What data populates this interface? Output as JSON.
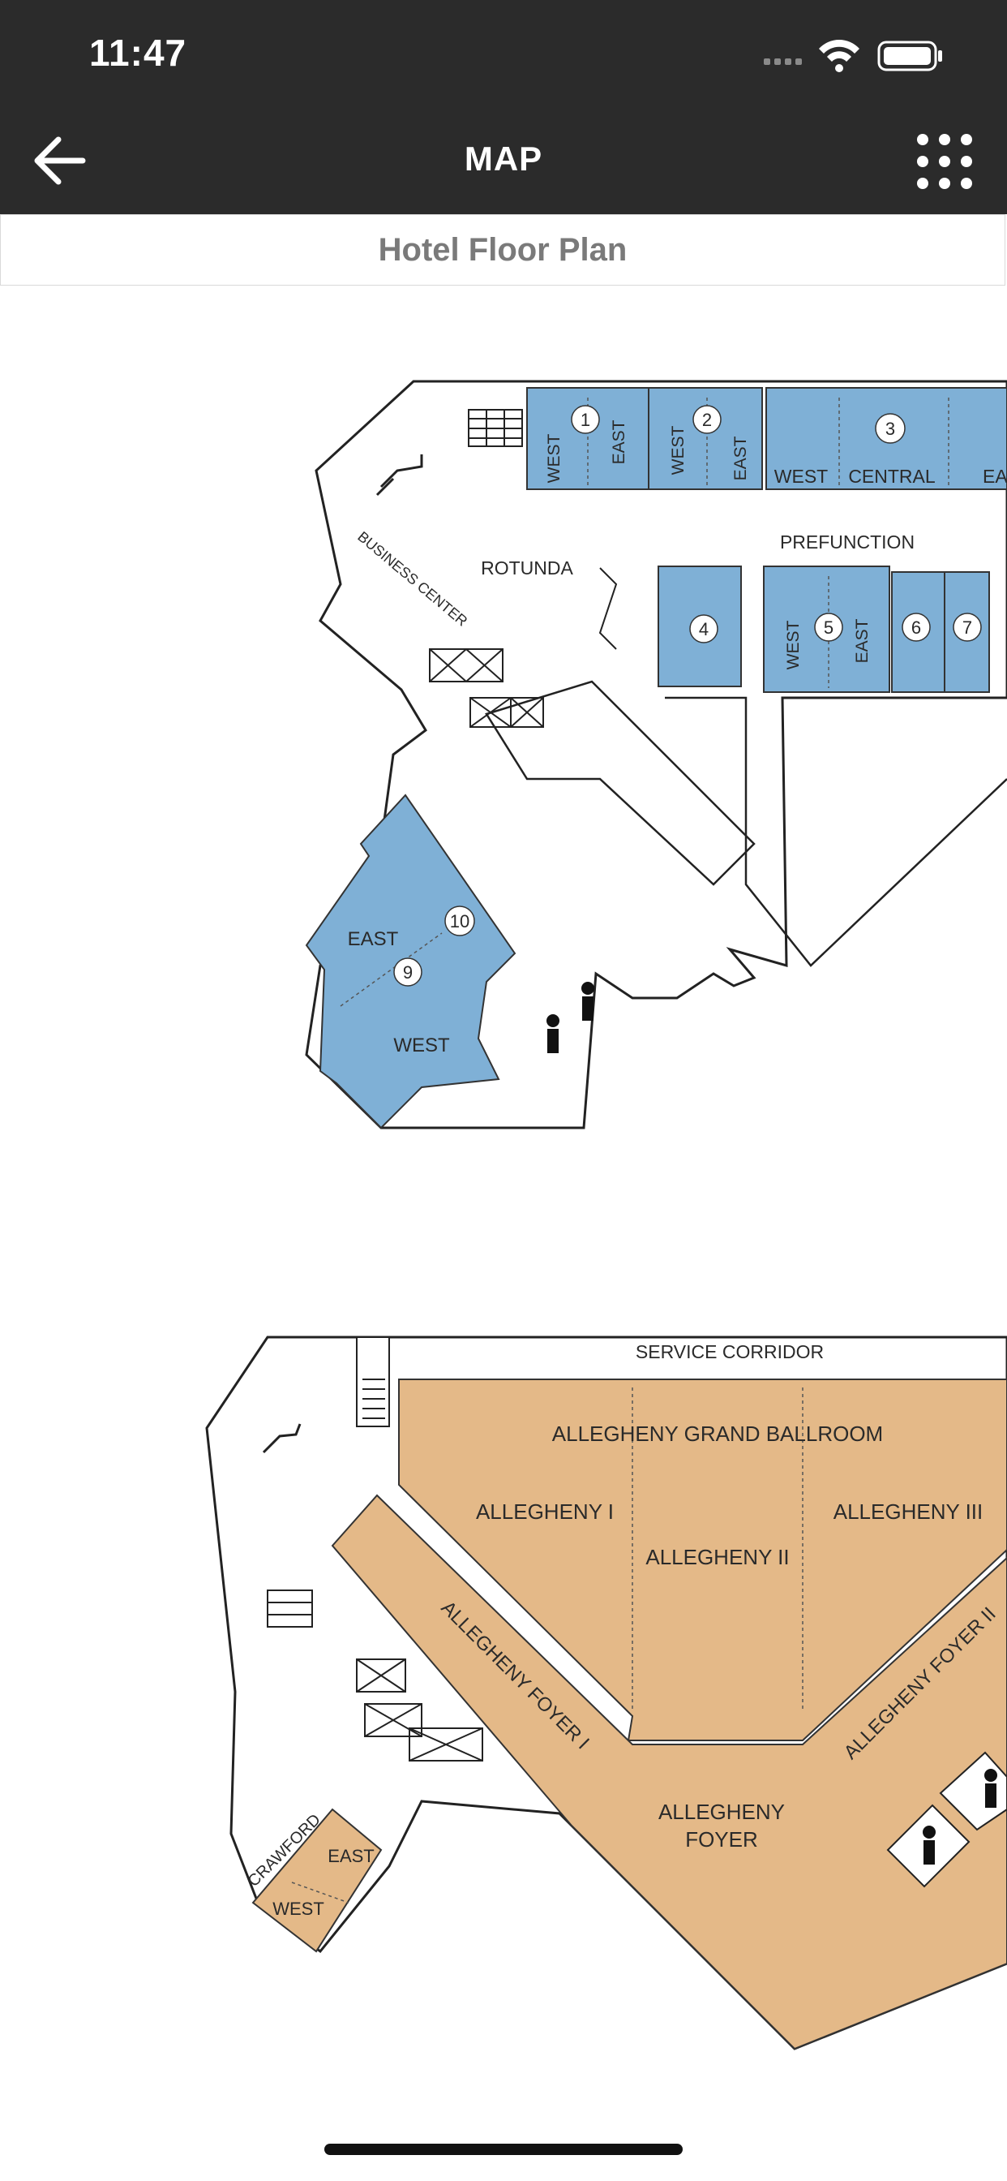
{
  "status_bar": {
    "time": "11:47"
  },
  "nav": {
    "title": "MAP"
  },
  "subheader": {
    "title": "Hotel Floor Plan"
  },
  "floor_plan_upper": {
    "rooms": {
      "r1_west": "WEST",
      "r1_num": "1",
      "r1_east": "EAST",
      "r2_west": "WEST",
      "r2_num": "2",
      "r2_east": "EAST",
      "r3_num": "3",
      "r3_west": "WEST",
      "r3_central": "CENTRAL",
      "r3_east": "EAS",
      "prefunction": "PREFUNCTION",
      "rotunda": "ROTUNDA",
      "business_center": "BUSINESS CENTER",
      "r4_num": "4",
      "r5_west": "WEST",
      "r5_num": "5",
      "r5_east": "EAST",
      "r6_num": "6",
      "r7_num": "7",
      "r10_num": "10",
      "r9_east": "EAST",
      "r9_num": "9",
      "r9_west": "WEST"
    }
  },
  "floor_plan_lower": {
    "rooms": {
      "service_corridor": "SERVICE CORRIDOR",
      "grand_ballroom": "ALLEGHENY GRAND BALLROOM",
      "allegheny_1": "ALLEGHENY I",
      "allegheny_2": "ALLEGHENY II",
      "allegheny_3": "ALLEGHENY III",
      "foyer_1": "ALLEGHENY FOYER I",
      "foyer_2": "ALLEGHENY FOYER II",
      "foyer_line1": "ALLEGHENY",
      "foyer_line2": "FOYER",
      "crawford": "CRAWFORD",
      "crawford_east": "EAST",
      "crawford_west": "WEST"
    }
  },
  "colors": {
    "room_blue": "#7fb0d6",
    "room_tan": "#e4b988",
    "topbar": "#2b2b2b"
  }
}
